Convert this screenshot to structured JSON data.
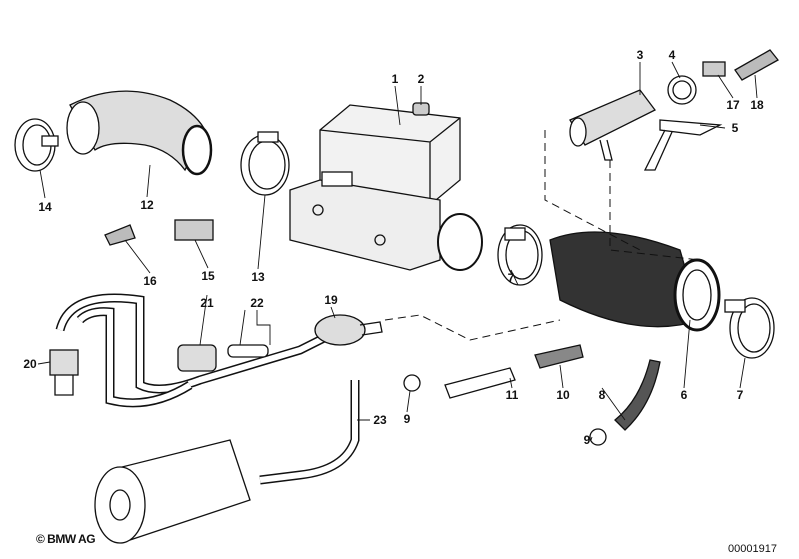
{
  "diagram": {
    "part_labels": [
      "1",
      "2",
      "3",
      "4",
      "5",
      "17",
      "18",
      "14",
      "12",
      "13",
      "16",
      "15",
      "21",
      "22",
      "19",
      "20",
      "23",
      "7",
      "7",
      "6",
      "8",
      "9",
      "9",
      "11",
      "10"
    ],
    "copyright": "© BMW AG",
    "diagram_code": "00001917"
  }
}
